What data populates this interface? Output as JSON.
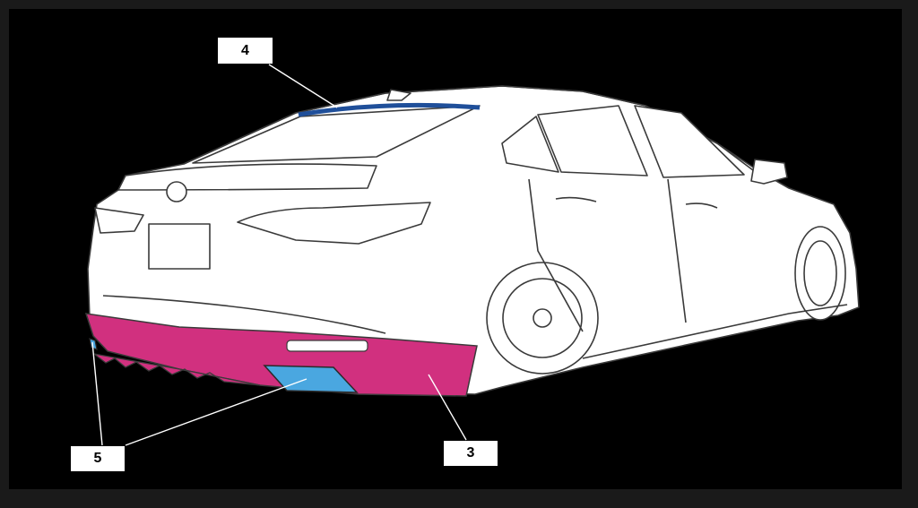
{
  "callouts": {
    "spoiler": "4",
    "exhaust_finisher": "5",
    "rear_diffuser": "3"
  },
  "colors": {
    "background": "#000000",
    "frame_border": "#1a1a1a",
    "car_body": "#ffffff",
    "outline": "#3a3a3a",
    "rear_diffuser_highlight": "#d1307f",
    "exhaust_highlight": "#4aa7e0",
    "spoiler_highlight": "#1f4f9a"
  }
}
